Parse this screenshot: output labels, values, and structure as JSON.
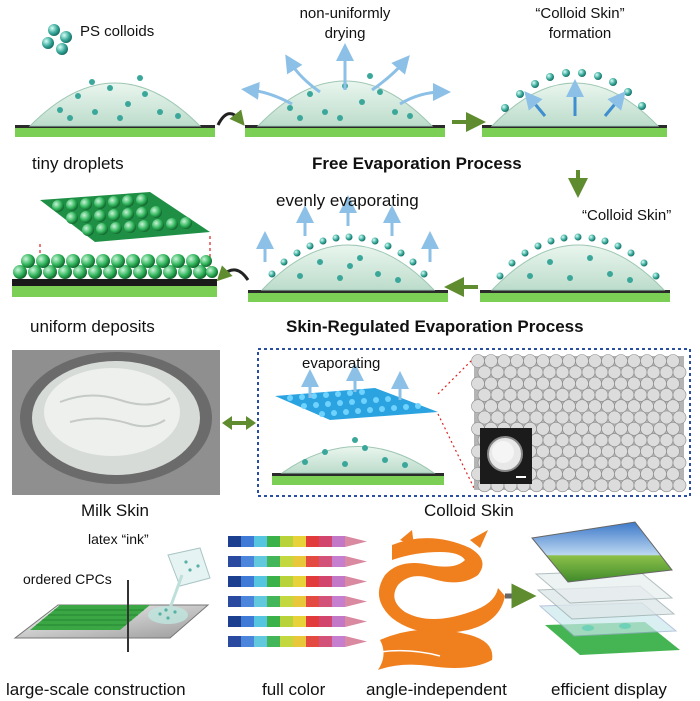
{
  "row1": {
    "ps_colloids": "PS colloids",
    "non_uniformly_1": "non-uniformly",
    "non_uniformly_2": "drying",
    "colloid_skin_formation_1": "“Colloid Skin”",
    "colloid_skin_formation_2": "formation",
    "tiny_droplets": "tiny droplets",
    "free_evaporation": "Free Evaporation Process"
  },
  "row2": {
    "evenly_evaporating": "evenly evaporating",
    "colloid_skin": "“Colloid Skin”",
    "uniform_deposits": "uniform deposits",
    "skin_regulated": "Skin-Regulated Evaporation Process"
  },
  "row3": {
    "evaporating": "evaporating",
    "milk_skin": "Milk Skin",
    "colloid_skin": "Colloid Skin"
  },
  "row4": {
    "latex_ink": "latex “ink”",
    "ordered_cpcs": "ordered CPCs",
    "large_scale": "large-scale construction",
    "full_color": "full color",
    "angle_independent": "angle-independent",
    "efficient_display": "efficient display"
  },
  "colors": {
    "substrate": "#7bcf55",
    "droplet": "#cfe8dd",
    "particle": "#3aa79a",
    "arrow": "#8cc0e6",
    "process_arrow": "#5f8c2f",
    "dashed_box": "#2a4ea0",
    "dragon": "#f07f1d"
  }
}
